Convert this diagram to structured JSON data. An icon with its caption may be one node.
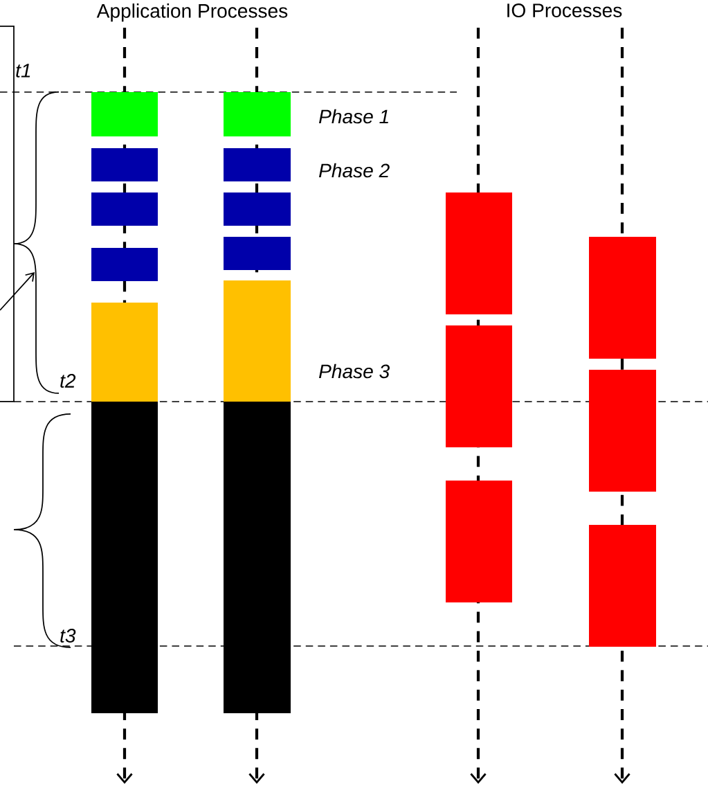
{
  "diagram": {
    "labels": [
      "Application Processes",
      "IO Processes",
      "t1",
      "Phase 1",
      "Phase 2",
      "Phase 3",
      "t2",
      "t3"
    ]
  }
}
